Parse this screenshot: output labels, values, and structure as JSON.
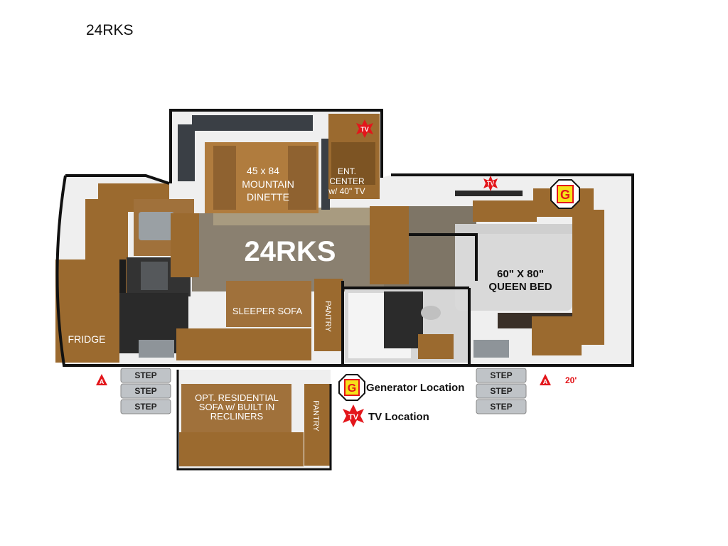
{
  "title": "24RKS",
  "model_label": "24RKS",
  "rooms": {
    "dinette_line1": "45 x 84",
    "dinette_line2": "MOUNTAIN",
    "dinette_line3": "DINETTE",
    "ent_center_line1": "ENT.",
    "ent_center_line2": "CENTER",
    "ent_center_line3": "w/ 40\" TV",
    "bed_line1": "60\" X 80\"",
    "bed_line2": "QUEEN BED",
    "sleeper_sofa": "SLEEPER SOFA",
    "pantry": "PANTRY",
    "fridge": "FRIDGE"
  },
  "option": {
    "sofa_line1": "OPT. RESIDENTIAL",
    "sofa_line2": "SOFA w/ BUILT IN",
    "sofa_line3": "RECLINERS",
    "pantry": "PANTRY"
  },
  "steps": {
    "left": [
      "STEP",
      "STEP",
      "STEP"
    ],
    "right": [
      "STEP",
      "STEP",
      "STEP"
    ]
  },
  "awning": {
    "left_letter": "A",
    "right_letter": "A",
    "right_length": "20'"
  },
  "legend": {
    "generator_icon": "G",
    "generator_label": "Generator Location",
    "tv_icon": "TV",
    "tv_label": "TV Location"
  },
  "markers": {
    "tv_icon_top": "TV",
    "tv_icon_bedroom": "TV",
    "generator_icon": "G"
  },
  "colors": {
    "wood": "#9b6a2f",
    "floor": "#8a8070",
    "wall": "#111111",
    "mattress": "#d9d9d9",
    "tv_red": "#e3161b",
    "generator_yellow": "#f6e11a"
  }
}
